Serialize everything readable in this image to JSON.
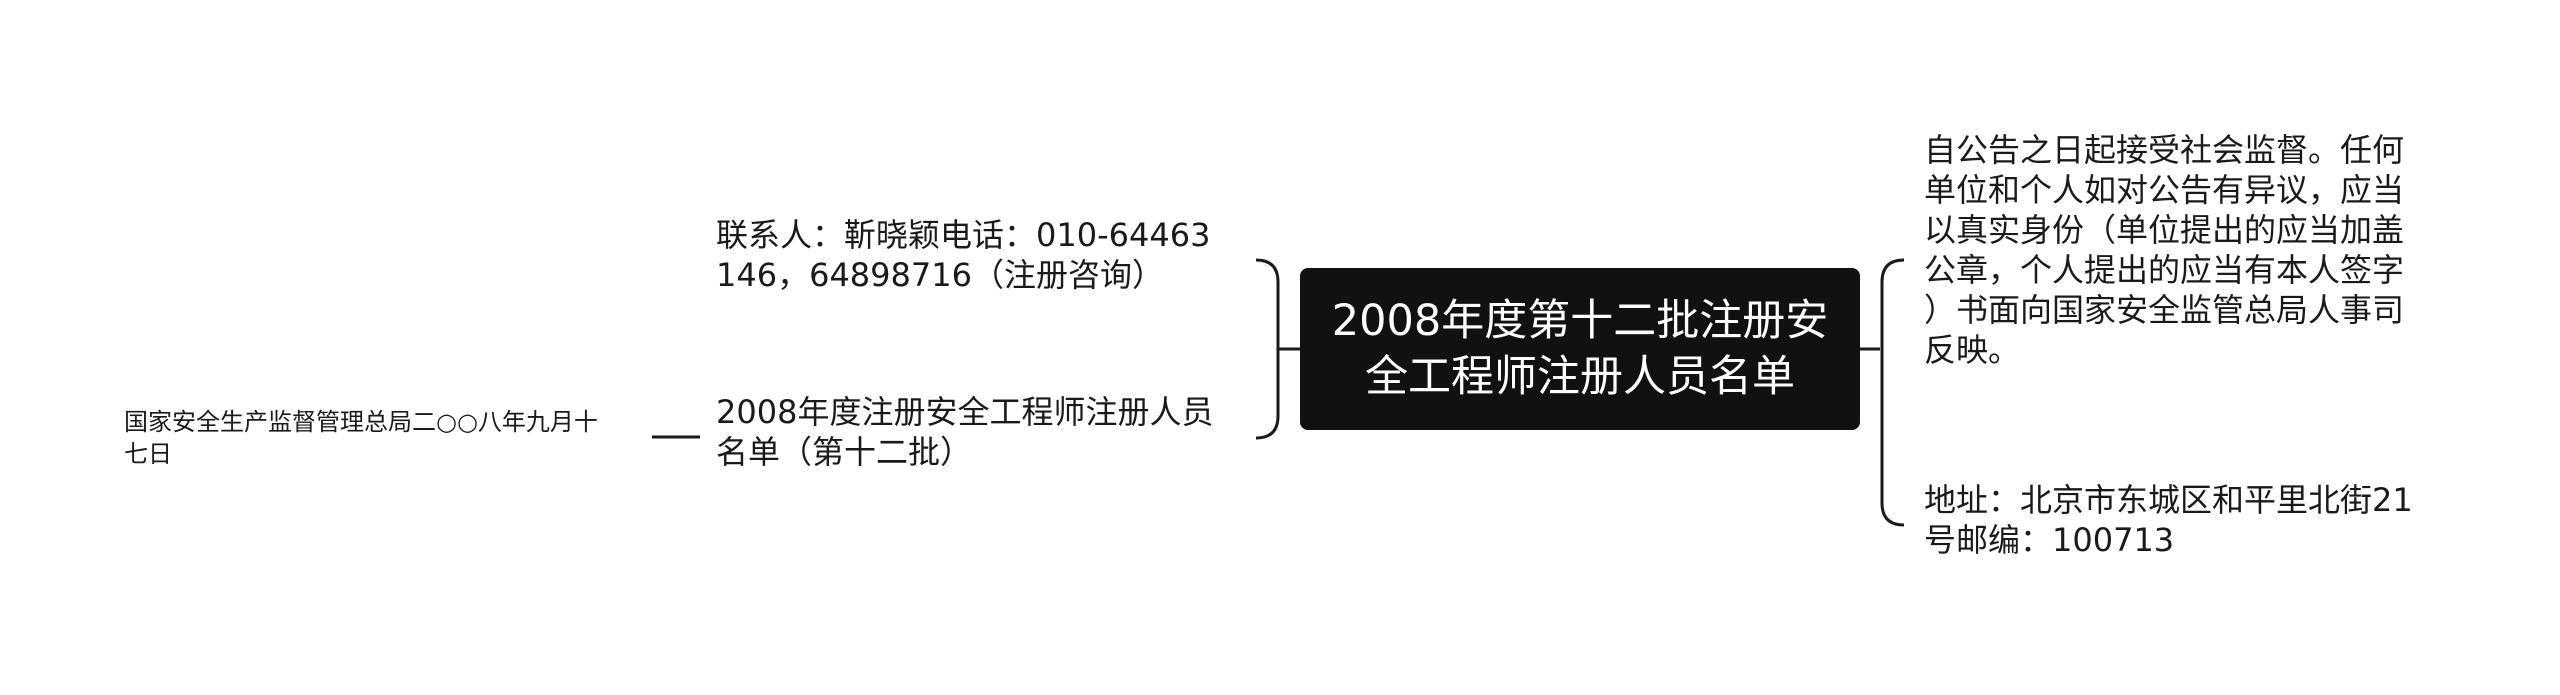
{
  "root": {
    "title": "2008年度第十二批注册安\n全工程师注册人员名单"
  },
  "left": {
    "contact": "联系人：靳晓颖电话：010-64463\n146，64898716（注册咨询）",
    "list_title": "2008年度注册安全工程师注册人员\n名单（第十二批）",
    "issuer": "国家安全生产监督管理总局二○○八年九月十\n七日"
  },
  "right": {
    "notice": "自公告之日起接受社会监督。任何\n单位和个人如对公告有异议，应当\n以真实身份（单位提出的应当加盖\n公章，个人提出的应当有本人签字\n）书面向国家安全监管总局人事司\n反映。",
    "address": "地址：北京市东城区和平里北街21\n号邮编：100713"
  },
  "colors": {
    "root_bg": "#111111",
    "root_text": "#ffffff",
    "line": "#1a1a1a",
    "text": "#1a1a1a"
  }
}
